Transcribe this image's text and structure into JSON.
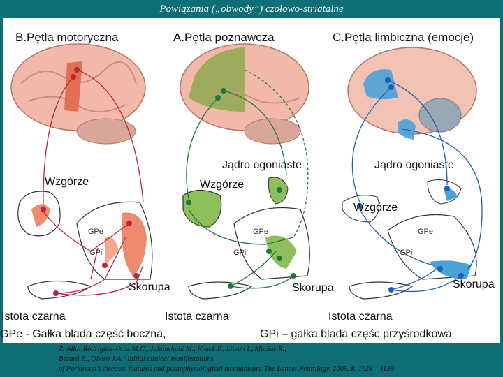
{
  "title": "Powiązania („obwody”) czołowo-striatalne",
  "loops": {
    "motor": "B.Pętla motoryczna",
    "cognitive": "A.Pętla poznawcza",
    "limbic": "C.Pętla limbiczna (emocje)"
  },
  "labels": {
    "thalamus_left": "Wzgórze",
    "caudate_mid": "Jądro ogoniaste",
    "thalamus_mid": "Wzgórze",
    "caudate_right": "Jądro ogoniaste",
    "thalamus_right": "Wzgórze",
    "putamen_left": "Skorupa",
    "putamen_mid": "Skorupa",
    "putamen_right": "Skorupa",
    "substantia_nigra_left": "Istota czarna",
    "substantia_nigra_mid": "Istota czarna",
    "substantia_nigra_right": "Istota czarna",
    "gpe_def": "GPe - Gałka blada część boczna,",
    "gpi_def": "GPi – gałka blada częśc przyśrodkowa",
    "gpe_small_1": "GPe",
    "gpi_small_1": "GPi",
    "gpe_small_2": "GPe",
    "gpi_small_2": "GPi",
    "gpe_small_3": "GPe",
    "gpi_small_3": "GPi"
  },
  "citation": {
    "line1": "Źródło: Rodriguez-Oroz M.C., Jahanshahi M., Krack P., Litvan I., Macias R.,",
    "line2": "Bezard E., Obeso J.A.: Initial clinical manifestations",
    "line3": "of Parkinson’s disease: features and pathophysiological mechanisms. The Lancet Neurology. 2009, 8, 1128 – 1139"
  },
  "colors": {
    "header": "#0d6e76",
    "motor": "#c0243b",
    "motor_fill": "#f08a6e",
    "cognitive": "#1e7a3a",
    "cognitive_fill": "#8fbf5a",
    "limbic": "#1d5fb5",
    "limbic_fill": "#4aa3d8",
    "brain": "#f2b8a8"
  }
}
